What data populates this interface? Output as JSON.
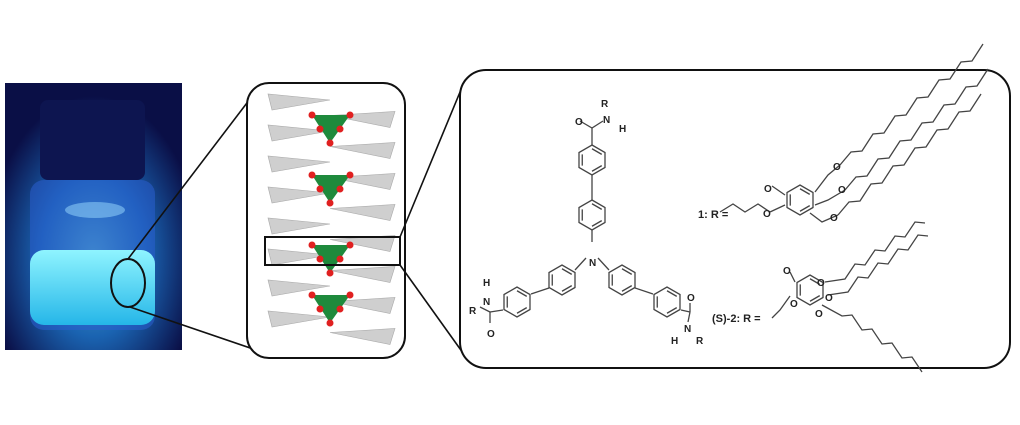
{
  "figure": {
    "compound_labels": {
      "one": "1: R =",
      "two": "(S)-2: R ="
    },
    "atoms": {
      "N": "N",
      "H": "H",
      "O": "O",
      "R": "R"
    }
  },
  "colors": {
    "vial_glow": "#3fd0ff",
    "helix_gray": "#cfcfcf",
    "helix_core": "#1e8a3c",
    "helix_nodes": "#e02020"
  }
}
